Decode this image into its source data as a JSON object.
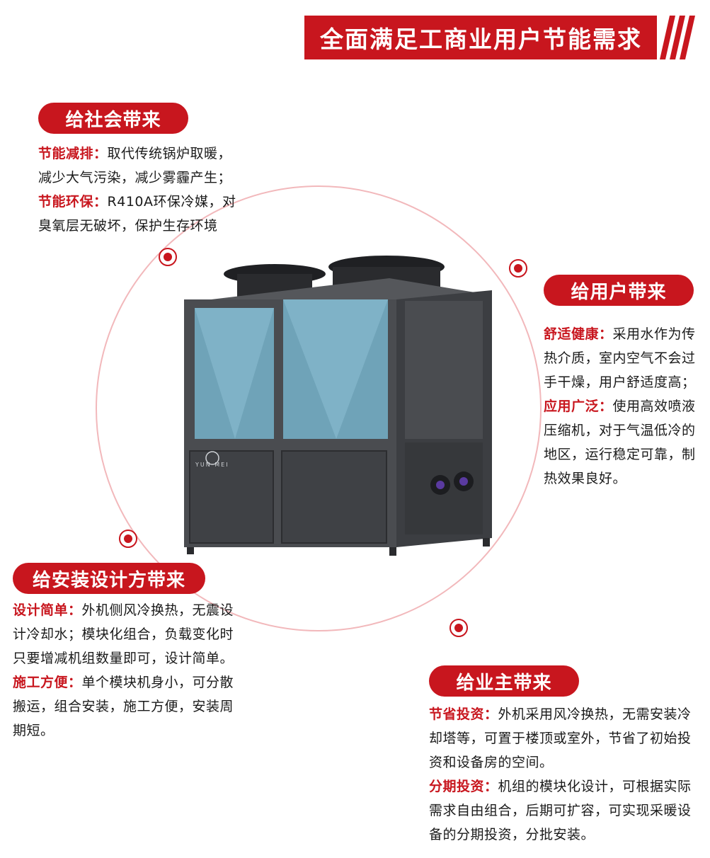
{
  "header": {
    "title": "全面满足工商业用户节能需求"
  },
  "sections": {
    "society": {
      "heading": "给社会带来",
      "items": [
        {
          "key": "节能减排",
          "sep": "：",
          "lines": [
            "取代传统锅炉取暖，",
            "减少大气污染，减少雾霾产生；"
          ]
        },
        {
          "key": "节能环保",
          "sep": "：",
          "lines": [
            "R410A环保冷媒，对",
            "臭氧层无破坏，保护生存环境"
          ]
        }
      ]
    },
    "user": {
      "heading": "给用户带来",
      "items": [
        {
          "key": "舒适健康",
          "sep": "：",
          "lines": [
            "采用水作为传",
            "热介质，室内空气不会过",
            "手干燥，用户舒适度高；"
          ]
        },
        {
          "key": "应用广泛",
          "sep": "：",
          "lines": [
            "使用高效喷液",
            "压缩机，对于气温低冷的",
            "地区，运行稳定可靠，制",
            "热效果良好。"
          ]
        }
      ]
    },
    "installer": {
      "heading": "给安装设计方带来",
      "items": [
        {
          "key": "设计简单",
          "sep": "：",
          "lines": [
            "外机侧风冷换热，无震设",
            "计冷却水；模块化组合，负载变化时",
            "只要增减机组数量即可，设计简单。"
          ]
        },
        {
          "key": "施工方便",
          "sep": "：",
          "lines": [
            "单个模块机身小，可分散",
            "搬运，组合安装，施工方便，安装周",
            "期短。"
          ]
        }
      ]
    },
    "owner": {
      "heading": "给业主带来",
      "items": [
        {
          "key": "节省投资",
          "sep": "：",
          "lines": [
            "外机采用风冷换热，无需安装冷",
            "却塔等，可置于楼顶或室外，节省了初始投",
            "资和设备房的空间。"
          ]
        },
        {
          "key": "分期投资",
          "sep": "：",
          "lines": [
            "机组的模块化设计，可根据实际",
            "需求自由组合，后期可扩容，可实现采暖设",
            "备的分期投资，分批安装。"
          ]
        }
      ]
    }
  },
  "product": {
    "brand_text": "YUN MEI"
  },
  "colors": {
    "accent": "#c8161e",
    "ring": "#f2b8bb",
    "unit_body": "#4a4c50",
    "coil": "#6fa3b8"
  }
}
